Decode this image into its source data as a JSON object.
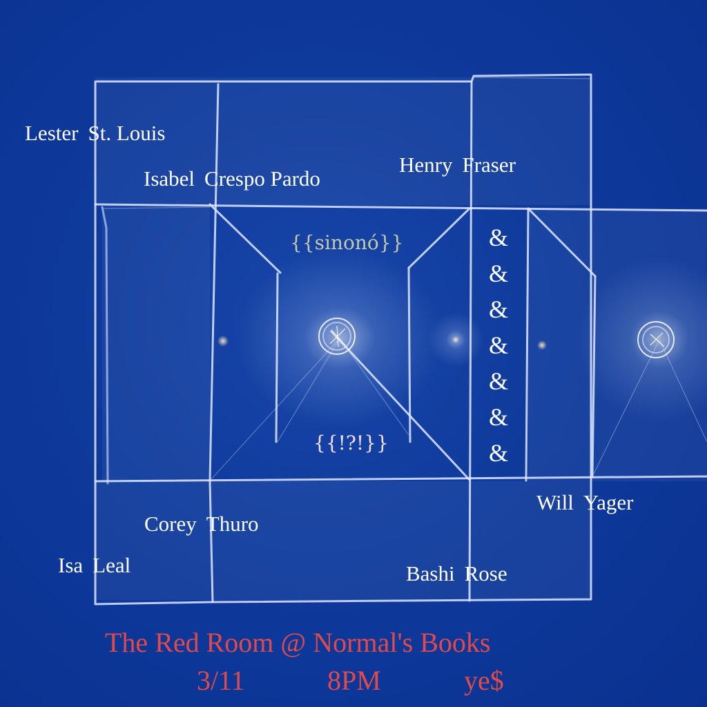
{
  "colors": {
    "background": "#0b3494",
    "line_art": "#dfe8ff",
    "text": "#ffffff",
    "accent_sage": "#c5caa6",
    "accent_pink": "#f2dfe6",
    "footer_red": "#e04a4c"
  },
  "artwork_icon": "line-drawing-open-box-icon",
  "performers": [
    {
      "first": "Lester",
      "last": "St. Louis"
    },
    {
      "first": "Isabel",
      "last": "Crespo Pardo"
    },
    {
      "first": "Henry",
      "last": "Fraser"
    },
    {
      "first": "Corey",
      "last": "Thuro"
    },
    {
      "first": "Isa",
      "last": "Leal"
    },
    {
      "first": "Will",
      "last": "Yager"
    },
    {
      "first": "Bashi",
      "last": "Rose"
    }
  ],
  "marks": {
    "top": "{{sinonó}}",
    "bottom": "{{!?!}}"
  },
  "ampersands": [
    "&",
    "&",
    "&",
    "&",
    "&",
    "&",
    "&"
  ],
  "footer": {
    "venue": "The Red Room @ Normal's Books",
    "date": "3/11",
    "time": "8PM",
    "price": "ye$"
  }
}
